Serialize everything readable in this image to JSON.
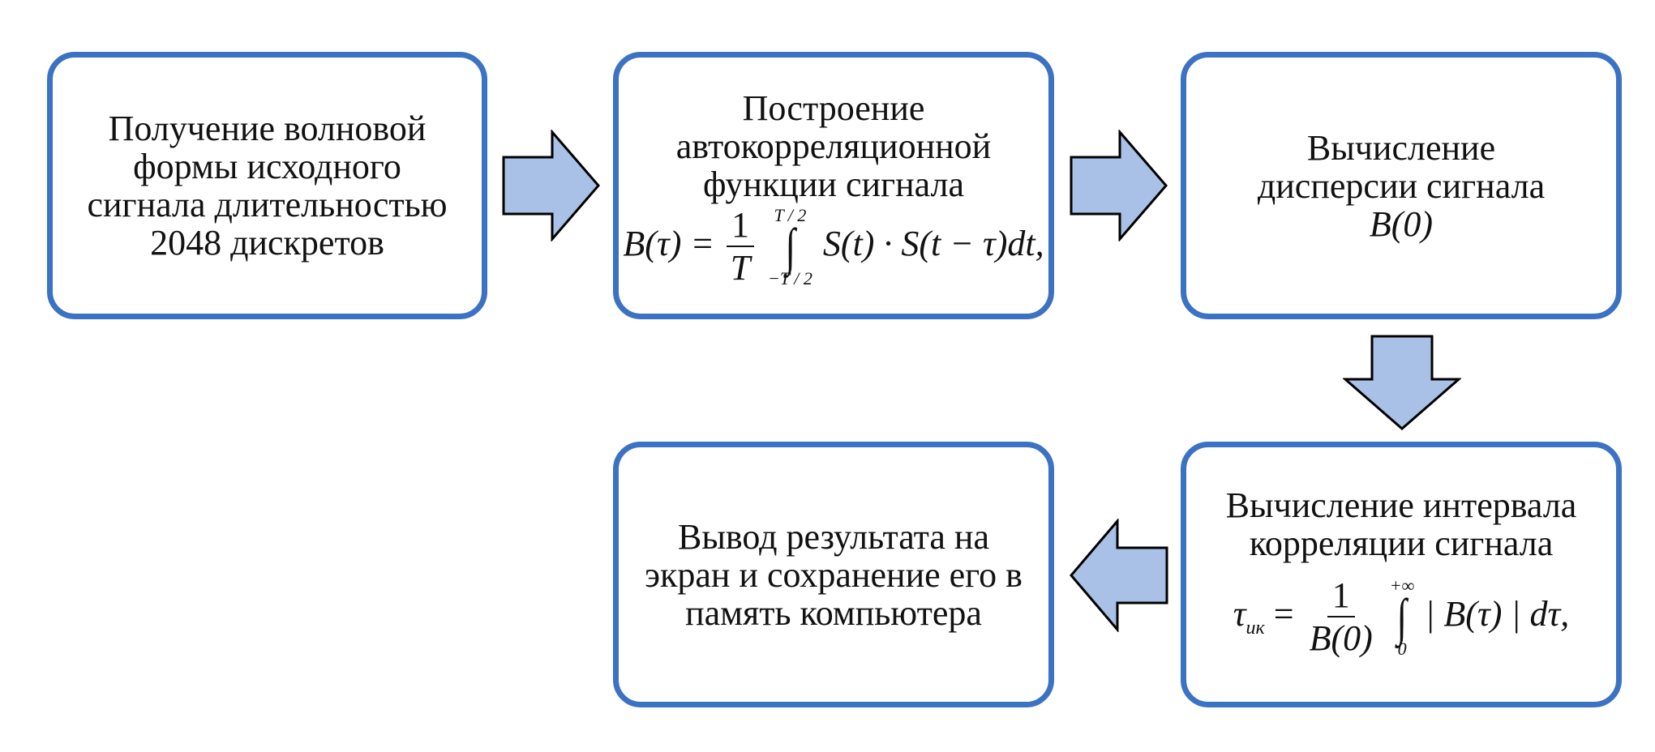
{
  "boxes": {
    "b1": {
      "text": "Получение волновой\nформы исходного\nсигнала длительностью\n2048 дискретов"
    },
    "b2": {
      "text": "Построение\nавтокорреляционной\nфункции сигнала",
      "formula": {
        "lhs": "B(τ) =",
        "frac_num": "1",
        "frac_den": "T",
        "int_upper": "T / 2",
        "int_lower": "−T / 2",
        "integrand": "S(t) · S(t − τ)dt,"
      }
    },
    "b3": {
      "text": "Вычисление\nдисперсии сигнала",
      "formula": "B(0)"
    },
    "b4": {
      "text": "Вычисление интервала\nкорреляции сигнала",
      "formula": {
        "tau": "τ",
        "sub": "ик",
        "eq": "=",
        "frac_num": "1",
        "frac_den": "B(0)",
        "int_upper": "+∞",
        "int_lower": "0",
        "integrand": "| B(τ) | dτ,"
      }
    },
    "b5": {
      "text": "Вывод результата на\nэкран и сохранение его в\nпамять компьютера"
    }
  },
  "colors": {
    "box_border": "#3b72c3",
    "arrow_fill": "#a9c1e6",
    "arrow_stroke": "#000000"
  }
}
